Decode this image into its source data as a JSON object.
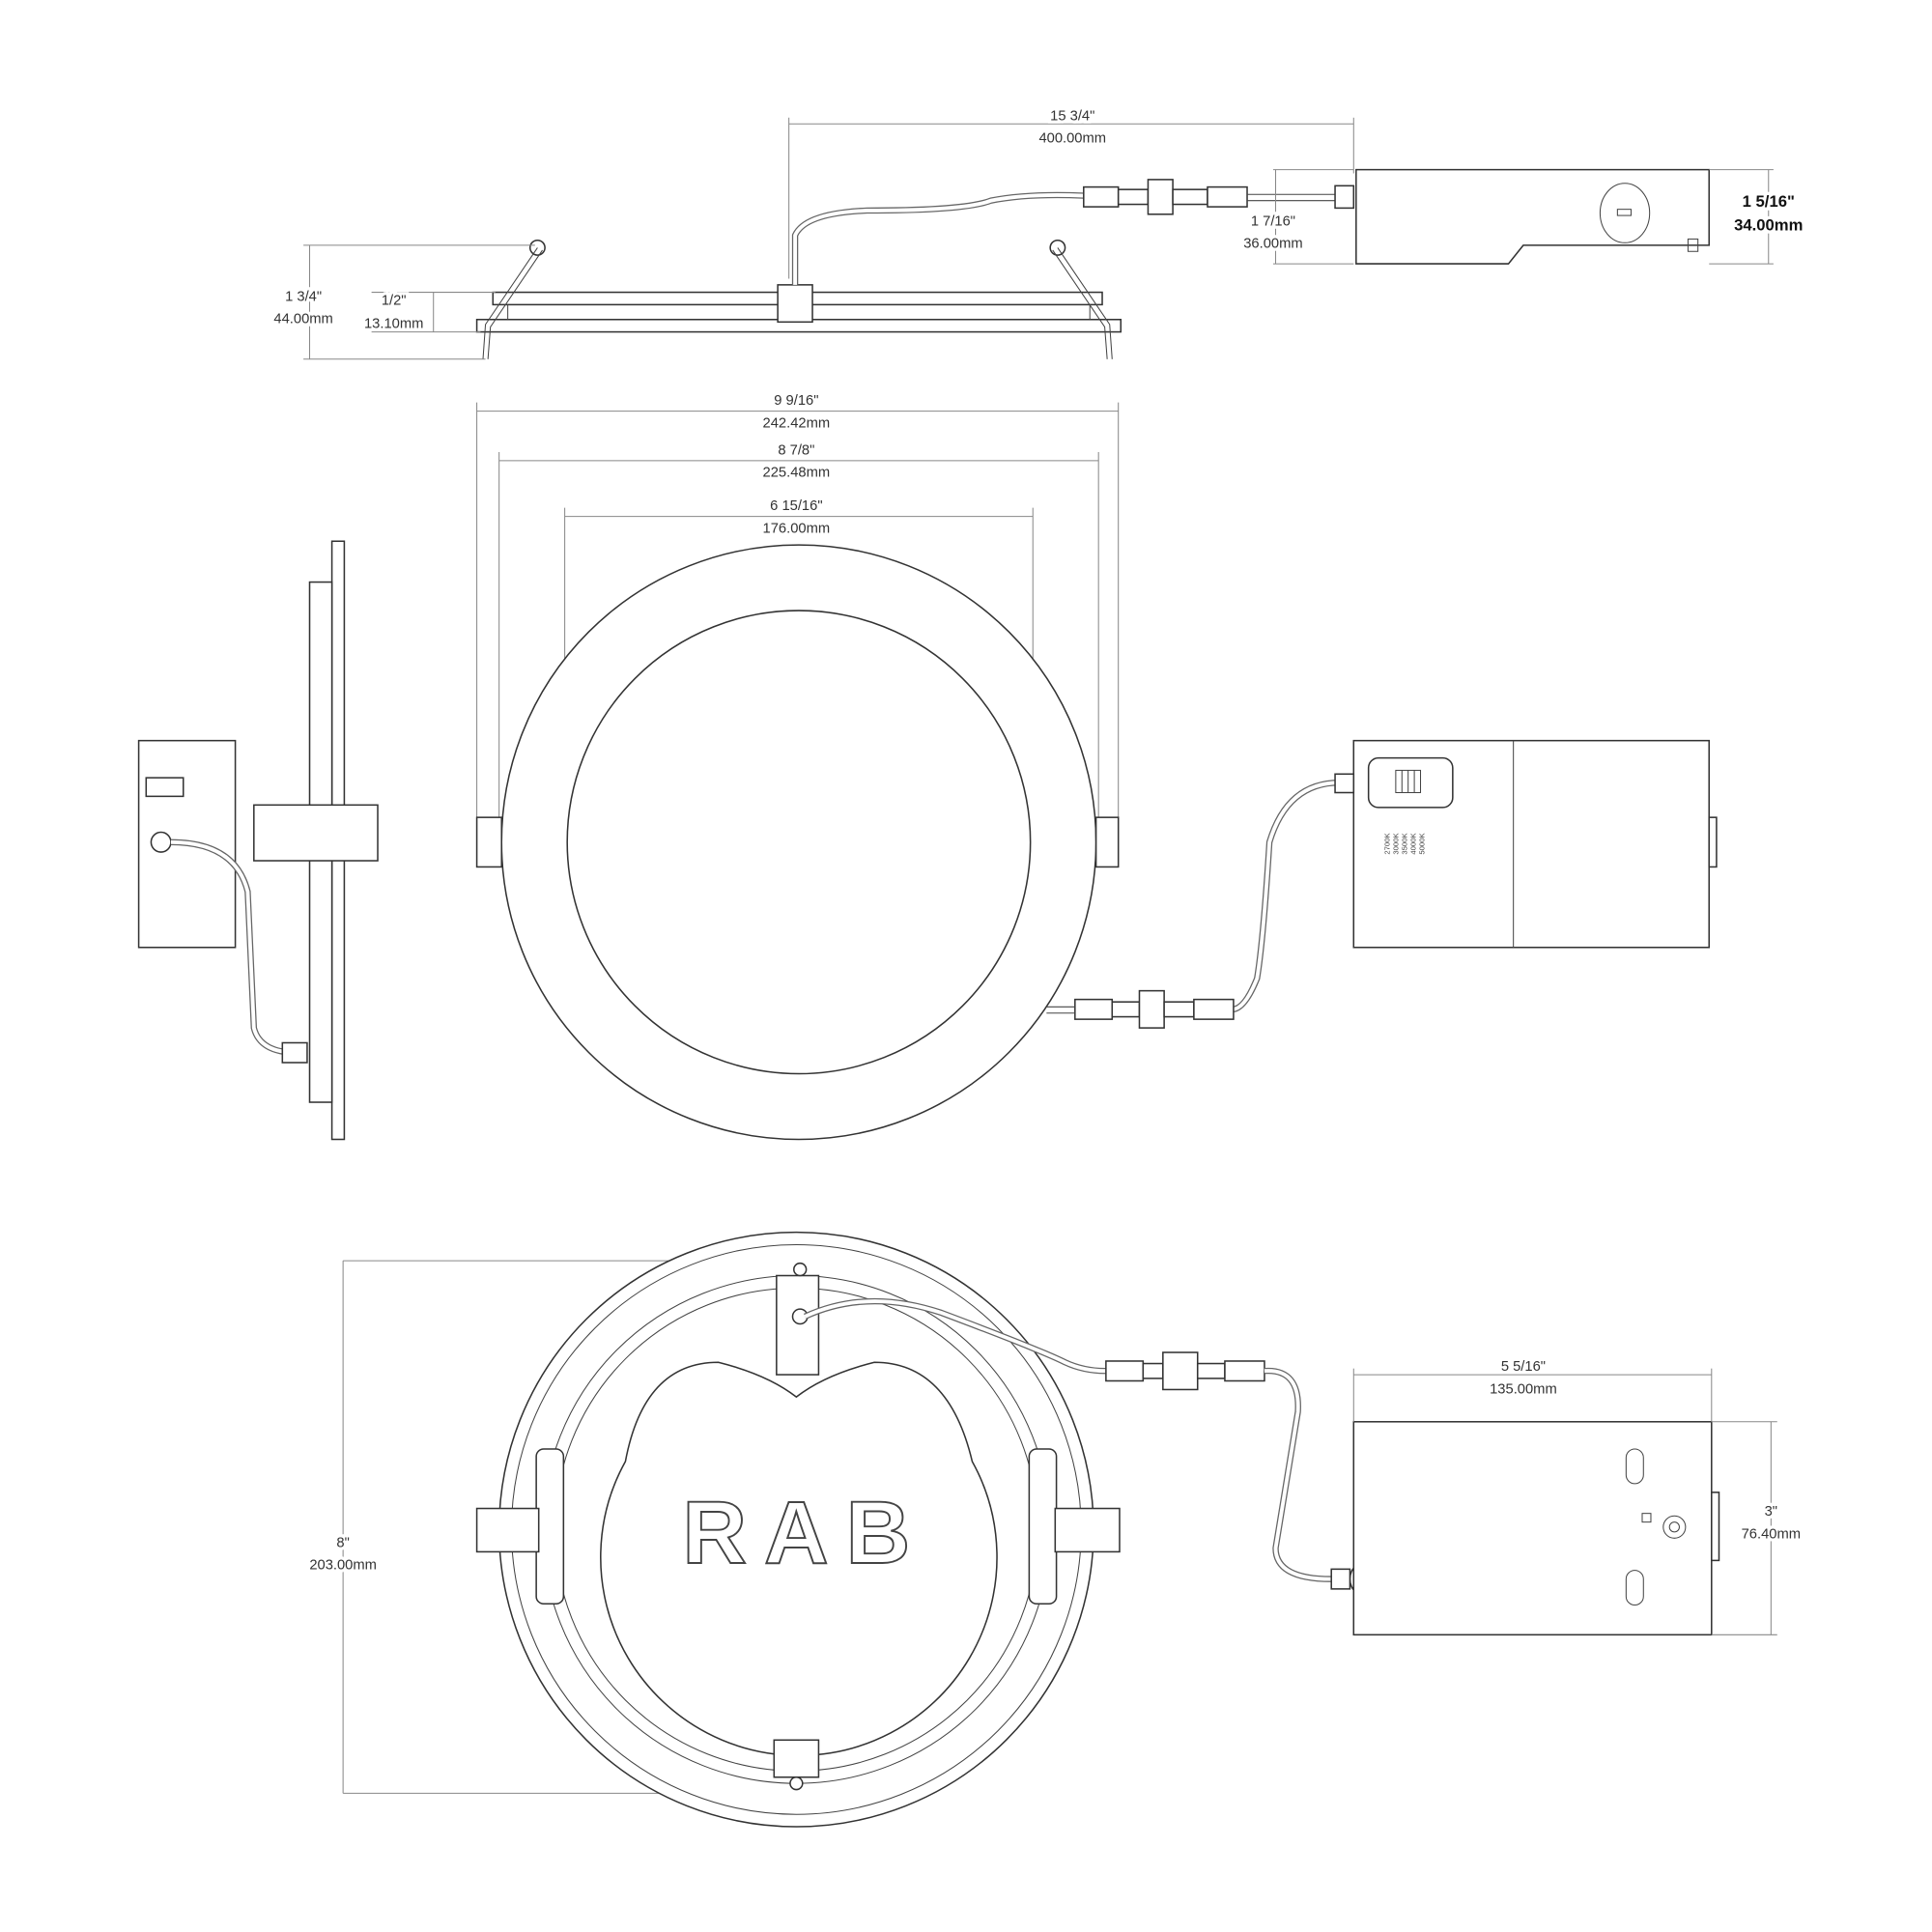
{
  "dimensions": {
    "overall_length": {
      "in": "15 3/4\"",
      "mm": "400.00mm"
    },
    "driver_height_top": {
      "in": "1 5/16\"",
      "mm": "34.00mm"
    },
    "connector_height": {
      "in": "1 7/16\"",
      "mm": "36.00mm"
    },
    "spring_height": {
      "in": "1 3/4\"",
      "mm": "44.00mm"
    },
    "trim_height": {
      "in": "1/2\"",
      "mm": "13.10mm"
    },
    "spring_span": {
      "in": "9 9/16\"",
      "mm": "242.42mm"
    },
    "trim_diameter": {
      "in": "8 7/8\"",
      "mm": "225.48mm"
    },
    "cutout_diameter": {
      "in": "6 15/16\"",
      "mm": "176.00mm"
    },
    "back_diameter": {
      "in": "8\"",
      "mm": "203.00mm"
    },
    "driver_length": {
      "in": "5 5/16\"",
      "mm": "135.00mm"
    },
    "driver_width": {
      "in": "3\"",
      "mm": "76.40mm"
    }
  },
  "logo": "RAB",
  "cct_switch_labels": [
    "2700K",
    "3000K",
    "3500K",
    "4000K",
    "5000K"
  ]
}
